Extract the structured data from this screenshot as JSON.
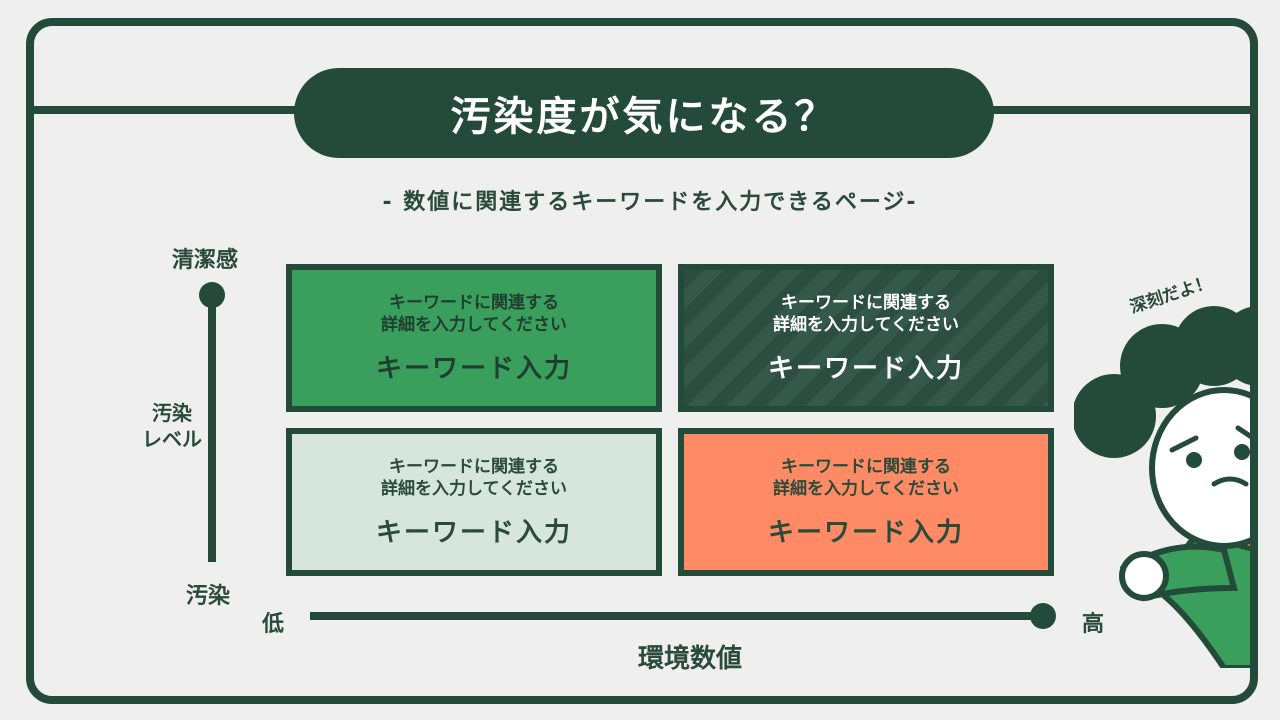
{
  "title": "汚染度が気になる？",
  "subtitle": "- 数値に関連するキーワードを入力できるページ-",
  "y_axis": {
    "top_label": "清潔感",
    "middle_label_line1": "汚染",
    "middle_label_line2": "レベル",
    "bottom_label": "汚染"
  },
  "x_axis": {
    "low_label": "低",
    "high_label": "高",
    "title": "環境数値"
  },
  "cells": [
    {
      "desc_line1": "キーワードに関連する",
      "desc_line2": "詳細を入力してください",
      "keyword": "キーワード入力",
      "color": "#3a9e5c"
    },
    {
      "desc_line1": "キーワードに関連する",
      "desc_line2": "詳細を入力してください",
      "keyword": "キーワード入力",
      "color": "#2b4e40"
    },
    {
      "desc_line1": "キーワードに関連する",
      "desc_line2": "詳細を入力してください",
      "keyword": "キーワード入力",
      "color": "#d6e6dc"
    },
    {
      "desc_line1": "キーワードに関連する",
      "desc_line2": "詳細を入力してください",
      "keyword": "キーワード入力",
      "color": "#ff8a66"
    }
  ],
  "mascot": {
    "speech": "深刻だよ！",
    "icon": "worried-character-icon"
  },
  "colors": {
    "primary_dark": "#244a3a",
    "accent_green": "#3a9e5c",
    "accent_orange": "#ff8a66",
    "light_green": "#d6e6dc",
    "background": "#efefef"
  }
}
